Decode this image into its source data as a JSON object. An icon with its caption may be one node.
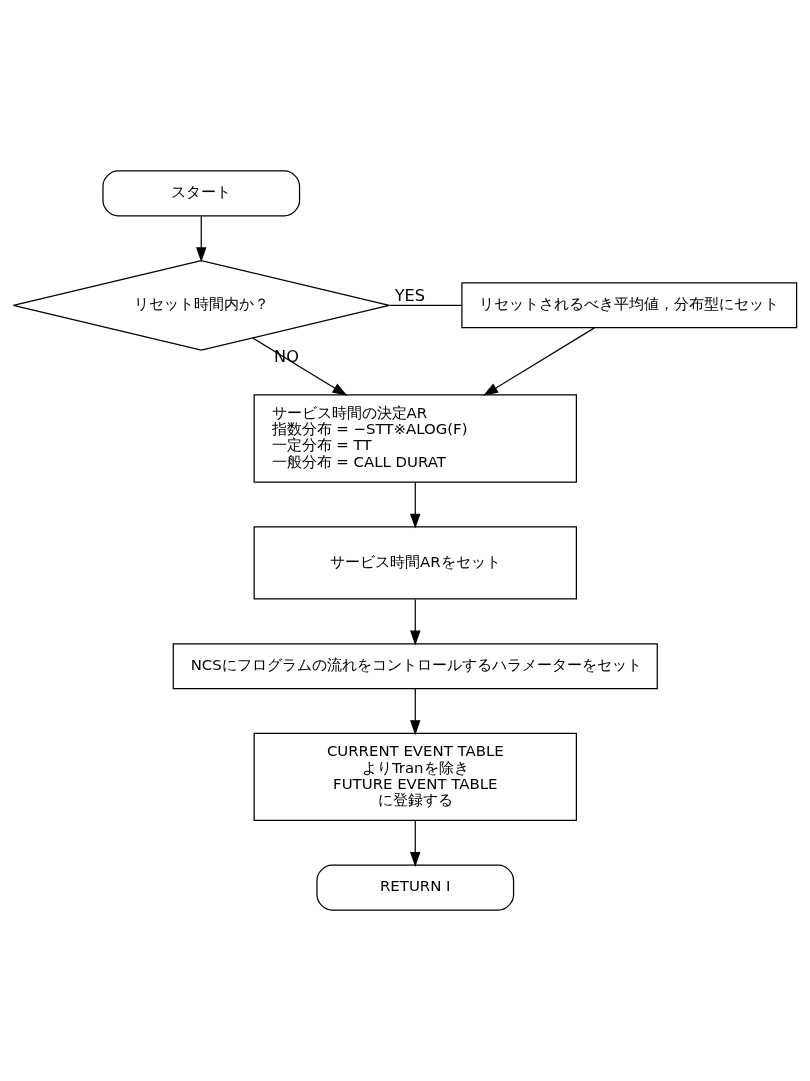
{
  "diagram": {
    "nodes": [
      {
        "text": [
          "スタート"
        ]
      },
      {
        "text": [
          "リセット時間内か？"
        ]
      },
      {
        "text": [
          "リセットされるべき平均値，分布型にセット"
        ]
      },
      {
        "text": [
          "サービス時間の決定AR",
          "指数分布 = −STT※ALOG(F)",
          "一定分布 = TT",
          "一般分布 = CALL DURAT"
        ]
      },
      {
        "text": [
          "サービス時間ARをセット"
        ]
      },
      {
        "text": [
          "NCSにフログラムの流れをコントロールするハラメーターをセット"
        ]
      },
      {
        "text": [
          "CURRENT EVENT TABLE",
          "よりTranを除き",
          "FUTURE EVENT TABLE",
          "に登録する"
        ]
      },
      {
        "text": [
          "RETURN I"
        ]
      }
    ],
    "edges": [
      {
        "from": 0,
        "to": 1,
        "arrow": "to"
      },
      {
        "from": 1,
        "to": 2,
        "label": "YES",
        "arrow": "none"
      },
      {
        "from": 1,
        "to": 3,
        "label": "NO",
        "arrow": "to"
      },
      {
        "from": 2,
        "to": 3,
        "arrow": "to"
      },
      {
        "from": 3,
        "to": 4,
        "arrow": "to"
      },
      {
        "from": 4,
        "to": 5,
        "arrow": "to"
      },
      {
        "from": 5,
        "to": 6,
        "arrow": "to"
      },
      {
        "from": 6,
        "to": 7,
        "arrow": "to"
      }
    ]
  }
}
